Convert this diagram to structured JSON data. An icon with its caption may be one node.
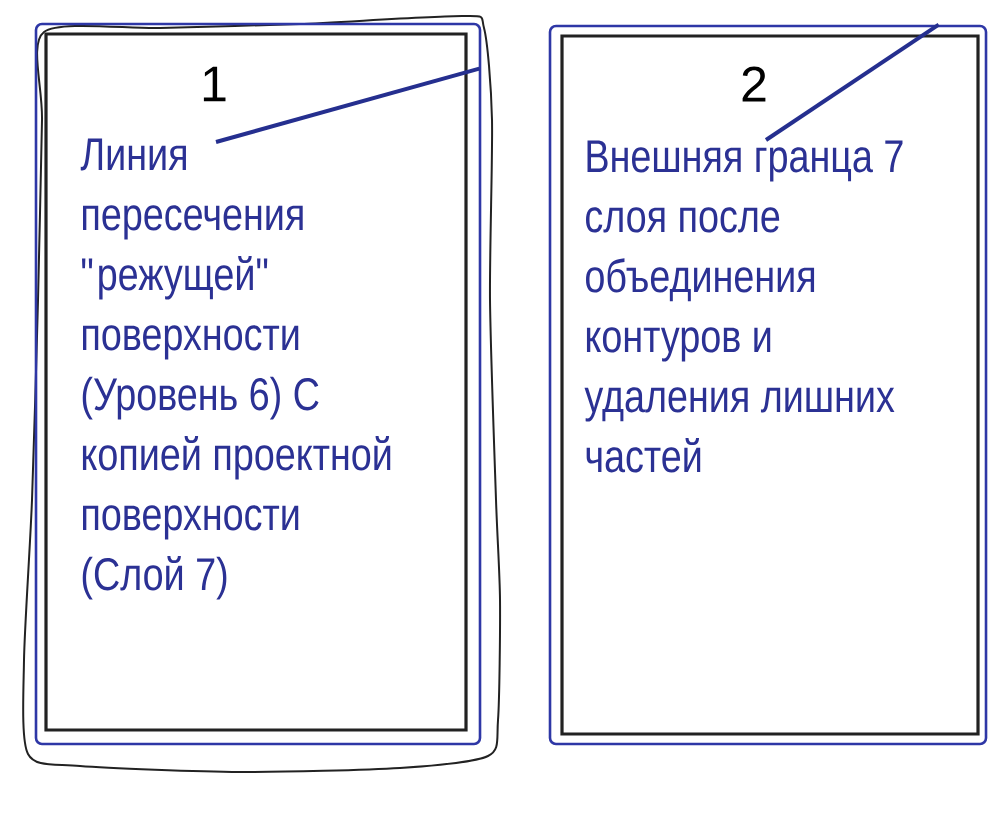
{
  "diagram": {
    "nodes": [
      {
        "text": [],
        "shape": "box"
      },
      {
        "text": [
          "1"
        ],
        "in": 0
      },
      {
        "text": [
          "Линия пересечения \"режущей\" поверхности (Уровень 6) С копией проектной поверхности (Слой 7)"
        ],
        "in": 1
      },
      {
        "text": [],
        "shape": "box"
      },
      {
        "text": [
          "2"
        ],
        "in": 3
      },
      {
        "text": [
          "Внешняя гранца 7 слоя после объединения контуров и удаления лишних частей"
        ],
        "in": 4
      }
    ],
    "edges": [
      {
        "from": 2,
        "to": 0,
        "arrow": "none"
      },
      {
        "from": 5,
        "to": 3,
        "arrow": "none"
      }
    ]
  }
}
